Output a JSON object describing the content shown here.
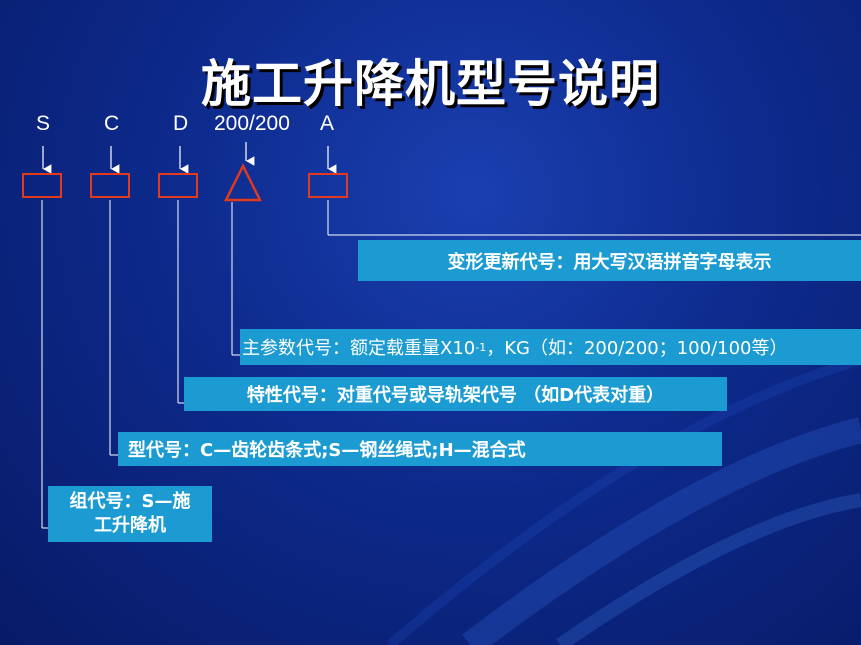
{
  "title": "施工升降机型号说明",
  "codes": {
    "s": "S",
    "c": "C",
    "d": "D",
    "param": "200/200",
    "a": "A"
  },
  "labels": {
    "change": "变形更新代号：用大写汉语拼音字母表示",
    "param_before": "主参数代号：额定载重量X10",
    "param_sup": "-1",
    "param_after": "，KG（如：200/200；100/100等）",
    "feature": "特性代号：对重代号或导轨架代号 （如D代表对重）",
    "type": "型代号：C—齿轮齿条式;S—钢丝绳式;H—混合式",
    "group_line1": "组代号：S—施",
    "group_line2": "工升降机"
  },
  "colors": {
    "background": "#0d2a8c",
    "box_border": "#e23a1c",
    "label_fill": "#1b9bd1",
    "text": "#ffffff"
  }
}
